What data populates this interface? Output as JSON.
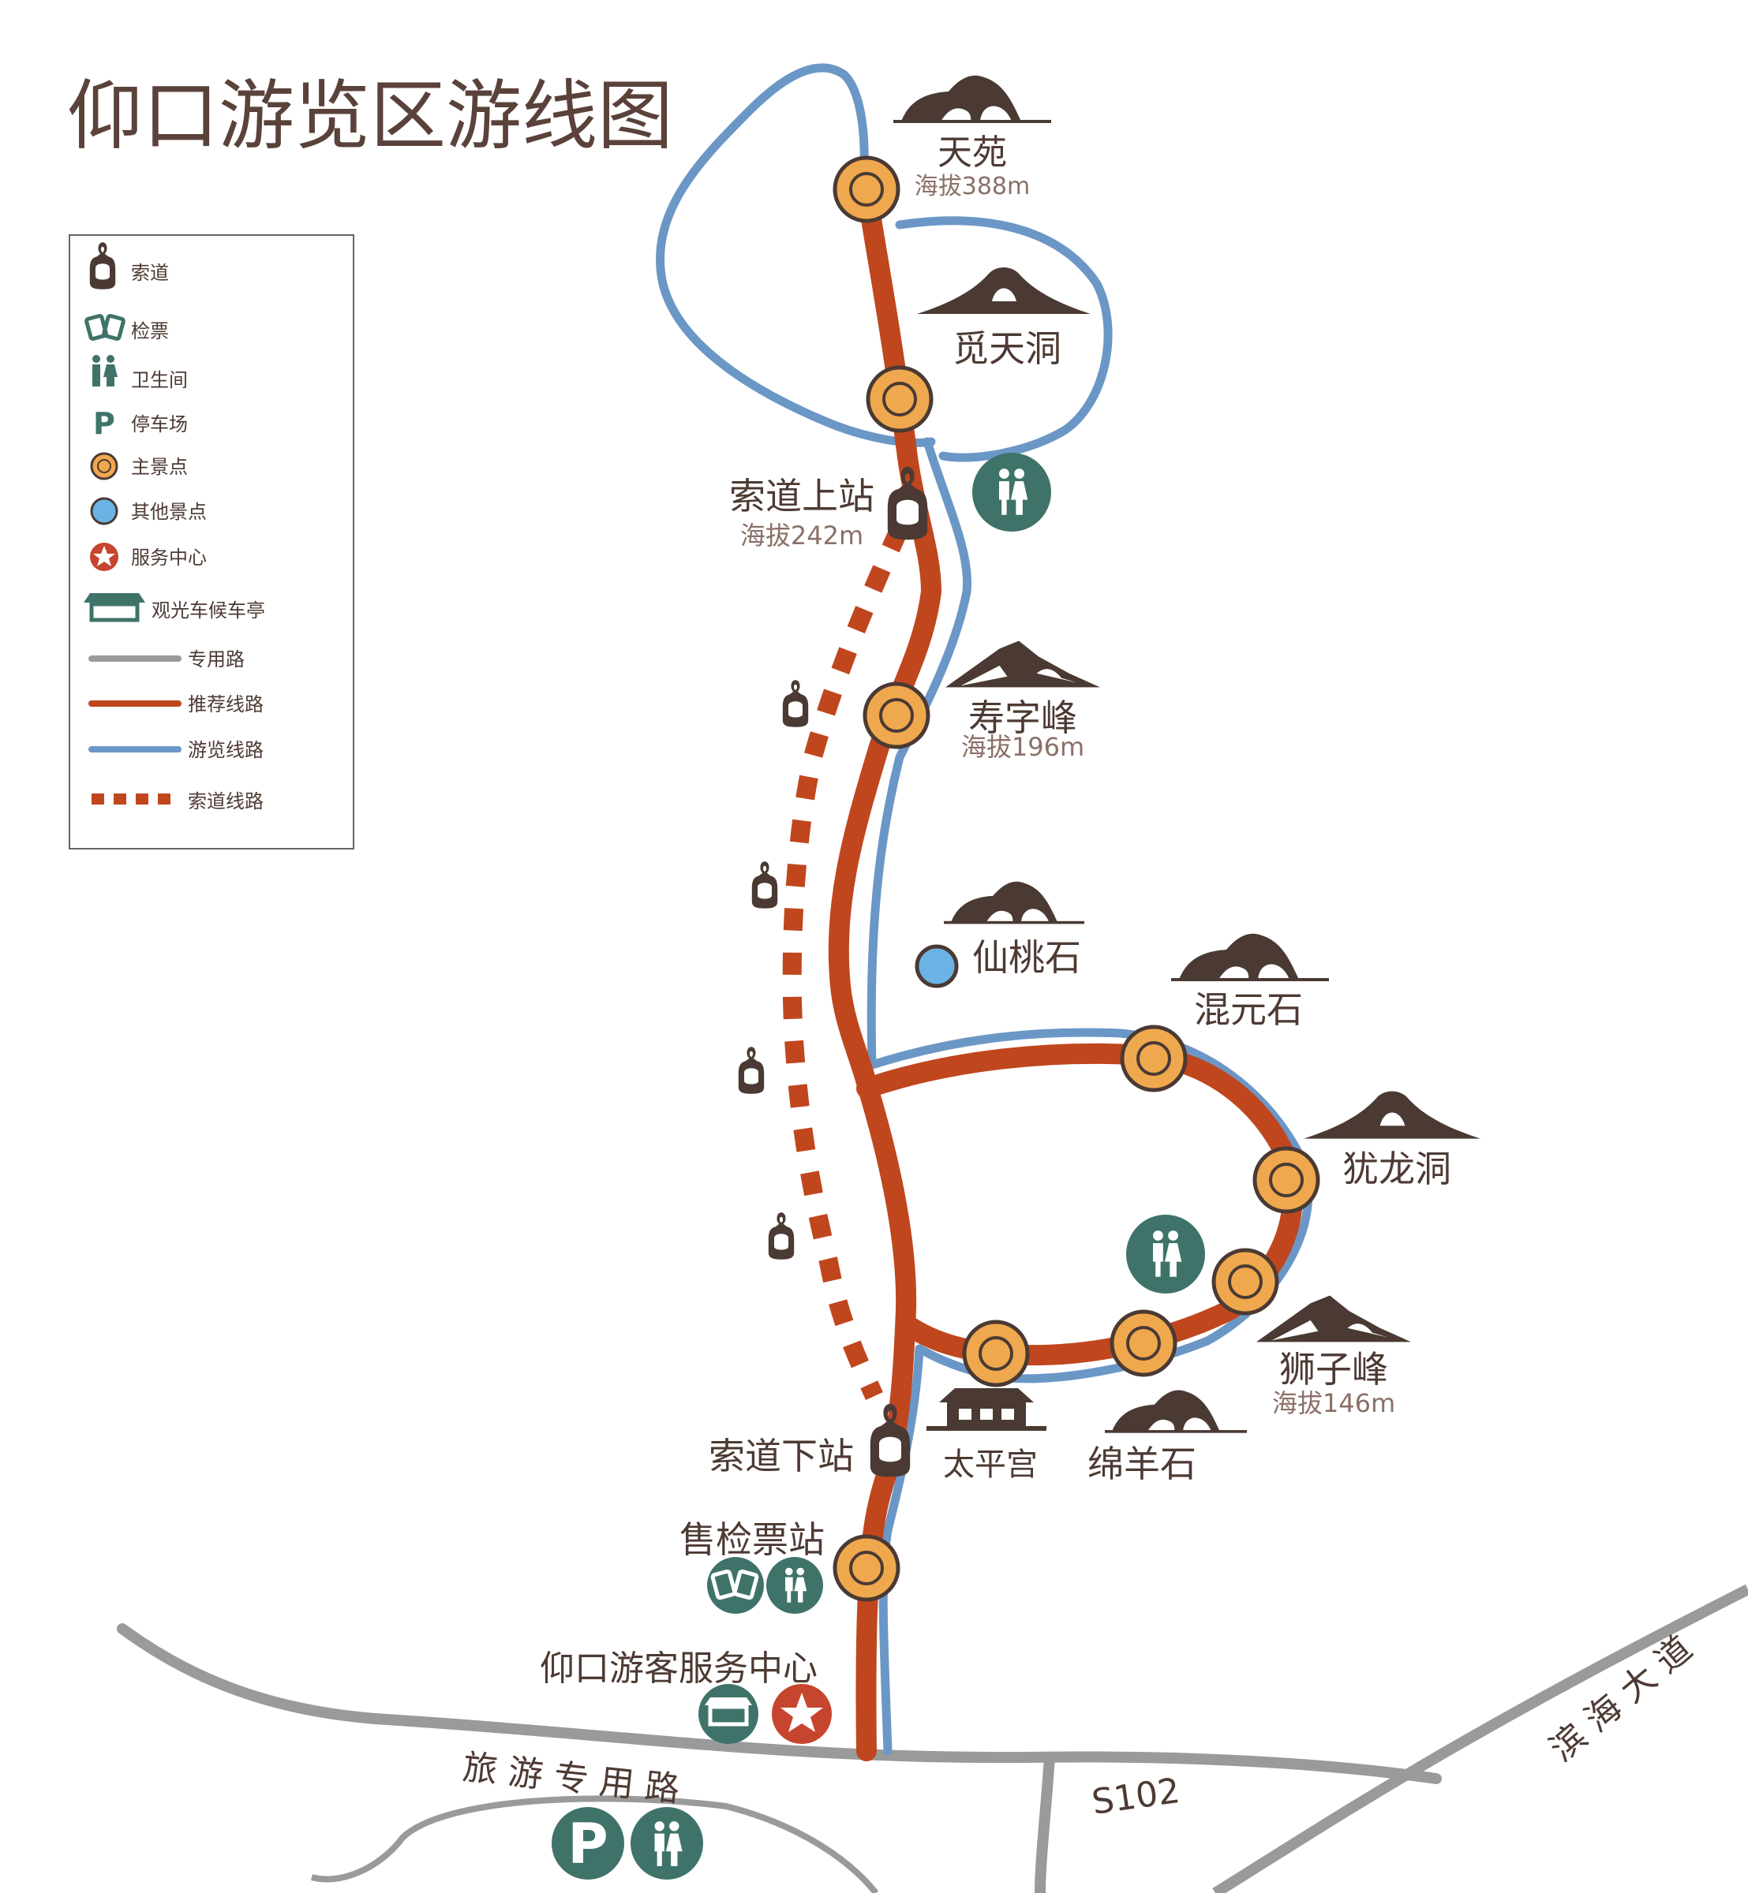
{
  "title": "仰口游览区游线图",
  "colors": {
    "recommended": "#c0461e",
    "tour": "#6b97c6",
    "road": "#9a9a9a",
    "cableway": "#c0461e",
    "main_spot_fill": "#f0a84e",
    "main_spot_stroke": "#4a3a33",
    "other_spot": "#6ab3e4",
    "icon_teal": "#3f7369",
    "icon_red": "#c6452e",
    "text": "#4d3a33",
    "subtext": "#8a7068"
  },
  "legend": {
    "items": [
      {
        "icon": "cable-car-icon",
        "label": "索道"
      },
      {
        "icon": "ticket-icon",
        "label": "检票"
      },
      {
        "icon": "restroom-icon",
        "label": "卫生间"
      },
      {
        "icon": "parking-icon",
        "label": "停车场"
      },
      {
        "icon": "main-spot-icon",
        "label": "主景点"
      },
      {
        "icon": "other-spot-icon",
        "label": "其他景点"
      },
      {
        "icon": "service-center-icon",
        "label": "服务中心"
      },
      {
        "icon": "shuttle-pavilion-icon",
        "label": "观光车候车亭"
      },
      {
        "icon": "special-road-line",
        "label": "专用路"
      },
      {
        "icon": "recommended-route-line",
        "label": "推荐线路"
      },
      {
        "icon": "tour-route-line",
        "label": "游览线路"
      },
      {
        "icon": "cableway-line",
        "label": "索道线路"
      }
    ]
  },
  "spots": {
    "tianyuan": {
      "name": "天苑",
      "altitude": "海拔388m"
    },
    "mitiandong": {
      "name": "觅天洞"
    },
    "upper_station": {
      "name": "索道上站",
      "altitude": "海拔242m"
    },
    "shouzifeng": {
      "name": "寿字峰",
      "altitude": "海拔196m"
    },
    "xiantaoshi": {
      "name": "仙桃石"
    },
    "hunyuanshi": {
      "name": "混元石"
    },
    "youlongdong": {
      "name": "犹龙洞"
    },
    "shizifeng": {
      "name": "狮子峰",
      "altitude": "海拔146m"
    },
    "mianyangshi": {
      "name": "绵羊石"
    },
    "taipinggong": {
      "name": "太平宫"
    },
    "lower_station": {
      "name": "索道下站"
    },
    "ticket_station": {
      "name": "售检票站"
    },
    "visitor_center": {
      "name": "仰口游客服务中心"
    }
  },
  "roads": {
    "tourist_road": "旅 游 专 用 路",
    "s102": "S102",
    "binhai": "滨 海 大 道"
  },
  "parking_letter": "P"
}
